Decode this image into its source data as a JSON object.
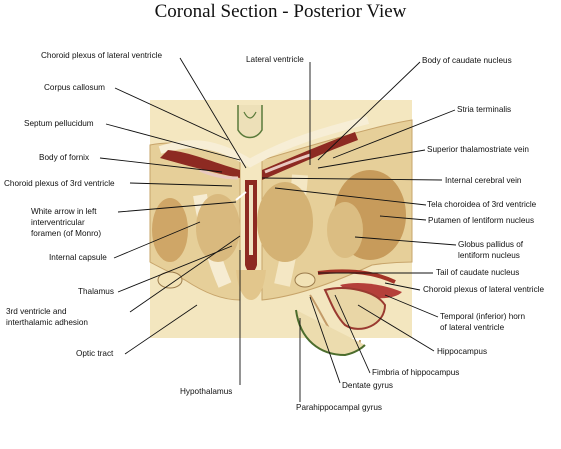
{
  "title": "Coronal Section - Posterior View",
  "labels": {
    "choroid_plexus_lateral_ventricle_top": "Choroid plexus of lateral ventricle",
    "lateral_ventricle": "Lateral ventricle",
    "body_of_caudate_nucleus": "Body of caudate nucleus",
    "corpus_callosum": "Corpus callosum",
    "stria_terminalis": "Stria terminalis",
    "septum_pellucidum": "Septum pellucidum",
    "superior_thalamostriate_vein": "Superior thalamostriate vein",
    "body_of_fornix": "Body of fornix",
    "internal_cerebral_vein": "Internal cerebral vein",
    "choroid_plexus_3rd_ventricle": "Choroid plexus of 3rd ventricle",
    "tela_choroidea_3rd_ventricle": "Tela choroidea of 3rd ventricle",
    "white_arrow_line1": "White arrow in left",
    "white_arrow_line2": "interventricular",
    "white_arrow_line3": "foramen (of Monro)",
    "putamen": "Putamen of lentiform nucleus",
    "globus_pallidus_line1": "Globus pallidus of",
    "globus_pallidus_line2": "lentiform nucleus",
    "internal_capsule": "Internal capsule",
    "tail_of_caudate": "Tail of caudate nucleus",
    "thalamus": "Thalamus",
    "choroid_plexus_lateral_ventricle_bottom": "Choroid plexus of lateral ventricle",
    "third_ventricle_line1": "3rd ventricle and",
    "third_ventricle_line2": "interthalamic adhesion",
    "temporal_horn_line1": "Temporal (inferior) horn",
    "temporal_horn_line2": "of lateral ventricle",
    "optic_tract": "Optic tract",
    "hippocampus": "Hippocampus",
    "fimbria": "Fimbria of hippocampus",
    "hypothalamus": "Hypothalamus",
    "dentate_gyrus": "Dentate gyrus",
    "parahippocampal_gyrus": "Parahippocampal gyrus"
  }
}
